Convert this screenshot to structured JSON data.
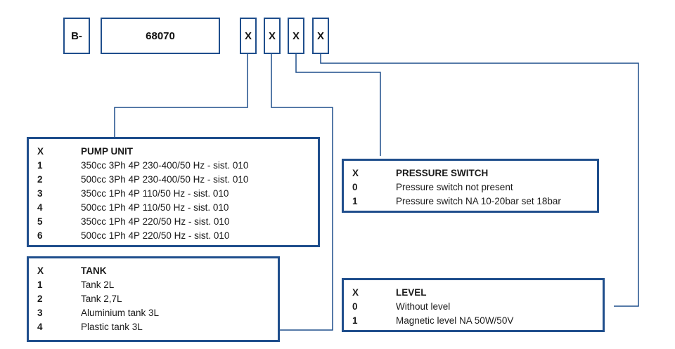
{
  "code": {
    "prefix": "B-",
    "number": "68070",
    "slots": [
      "X",
      "X",
      "X",
      "X"
    ]
  },
  "panels": {
    "pump_unit": {
      "key_header": "X",
      "title": "PUMP UNIT",
      "items": [
        {
          "key": "1",
          "label": "350cc 3Ph 4P 230-400/50 Hz - sist. 010"
        },
        {
          "key": "2",
          "label": "500cc 3Ph 4P 230-400/50 Hz - sist. 010"
        },
        {
          "key": "3",
          "label": "350cc 1Ph 4P 110/50 Hz - sist. 010"
        },
        {
          "key": "4",
          "label": "500cc 1Ph 4P 110/50 Hz - sist. 010"
        },
        {
          "key": "5",
          "label": "350cc 1Ph 4P 220/50 Hz - sist. 010"
        },
        {
          "key": "6",
          "label": "500cc 1Ph 4P 220/50 Hz - sist. 010"
        }
      ]
    },
    "tank": {
      "key_header": "X",
      "title": "TANK",
      "items": [
        {
          "key": "1",
          "label": "Tank 2L"
        },
        {
          "key": "2",
          "label": "Tank 2,7L"
        },
        {
          "key": "3",
          "label": "Aluminium tank 3L"
        },
        {
          "key": "4",
          "label": "Plastic tank 3L"
        }
      ]
    },
    "pressure_switch": {
      "key_header": "X",
      "title": "PRESSURE SWITCH",
      "items": [
        {
          "key": "0",
          "label": "Pressure switch not present"
        },
        {
          "key": "1",
          "label": "Pressure switch NA 10-20bar set 18bar"
        }
      ]
    },
    "level": {
      "key_header": "X",
      "title": "LEVEL",
      "items": [
        {
          "key": "0",
          "label": "Without level"
        },
        {
          "key": "1",
          "label": "Magnetic level NA 50W/50V"
        }
      ]
    }
  },
  "colors": {
    "border": "#1f4e8c",
    "text": "#1a1a1a"
  }
}
